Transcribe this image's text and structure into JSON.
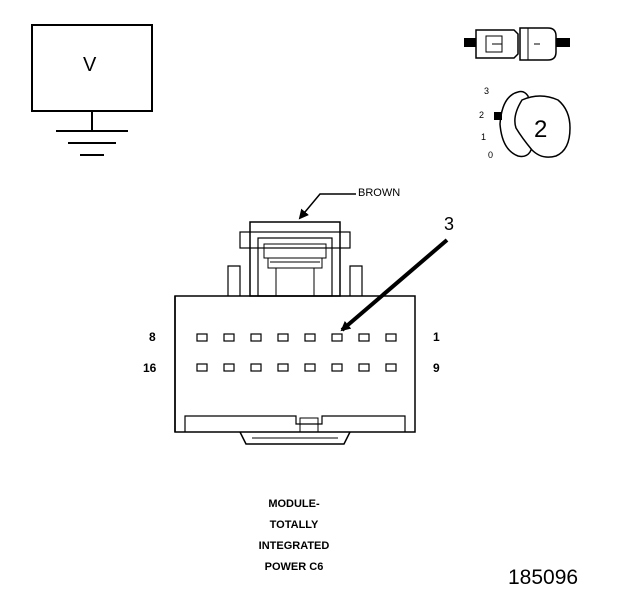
{
  "meter": {
    "symbol": "V"
  },
  "meter_selector": {
    "positions": [
      "3",
      "2",
      "1",
      "0"
    ],
    "selected": "2"
  },
  "connector": {
    "color_label": "BROWN",
    "callout_number": "3",
    "top_row_left_pin": "8",
    "top_row_right_pin": "1",
    "bottom_row_left_pin": "16",
    "bottom_row_right_pin": "9",
    "cavities_per_row": 8,
    "pointed_cavity": "3"
  },
  "caption": {
    "lines": [
      "MODULE-",
      "TOTALLY",
      "INTEGRATED",
      "POWER C6"
    ]
  },
  "figure_number": "185096"
}
